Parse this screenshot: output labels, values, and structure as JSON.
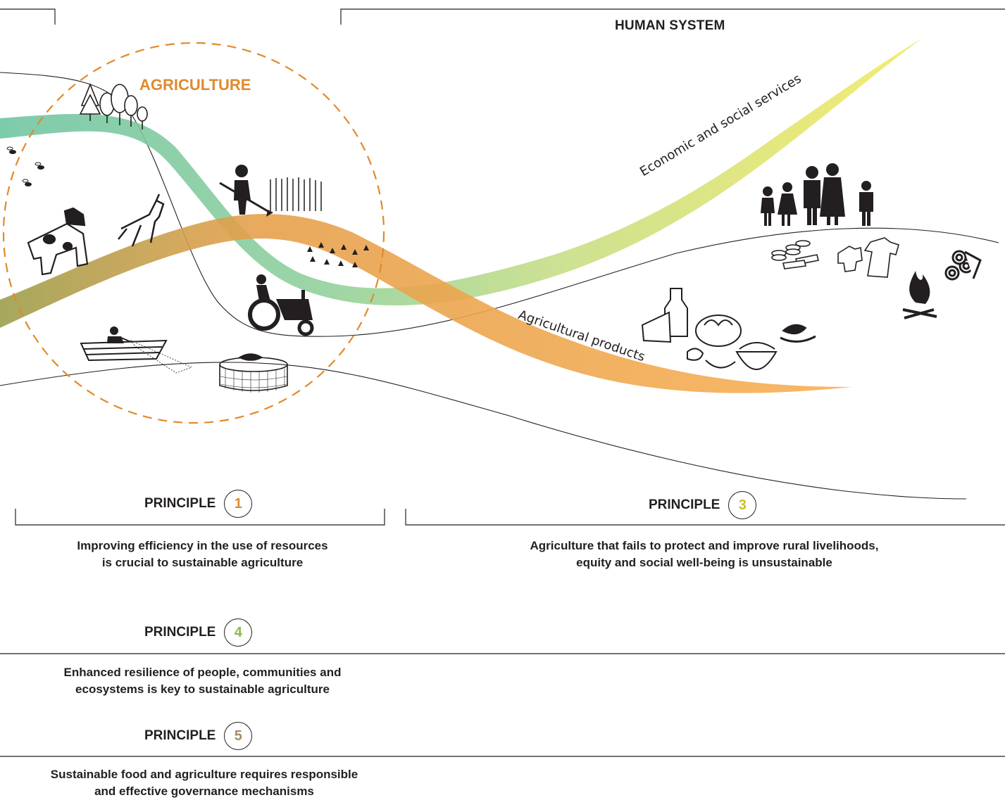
{
  "header": {
    "system_title": "HUMAN SYSTEM",
    "circle_title": "AGRICULTURE"
  },
  "flows": {
    "services_label": "Economic and social services",
    "products_label": "Agricultural products",
    "colors": {
      "teal": "#6cc4a1",
      "yellow": "#eee35f",
      "orange": "#f5a54a",
      "olive": "#9c9e4c",
      "dashed_circle": "#e08a2c"
    }
  },
  "principles": [
    {
      "label": "PRINCIPLE",
      "number": "1",
      "color": "#e08a2c",
      "text_line1": "Improving efficiency in the use of resources",
      "text_line2": "is crucial to sustainable agriculture"
    },
    {
      "label": "PRINCIPLE",
      "number": "3",
      "color": "#c9be2a",
      "text_line1": "Agriculture that fails to protect and improve rural livelihoods,",
      "text_line2": "equity and social well-being is unsustainable"
    },
    {
      "label": "PRINCIPLE",
      "number": "4",
      "color": "#8db84a",
      "text_line1": "Enhanced resilience of people, communities and",
      "text_line2": "ecosystems is key to sustainable agriculture"
    },
    {
      "label": "PRINCIPLE",
      "number": "5",
      "color": "#a88a66",
      "text_line1": "Sustainable food and agriculture requires responsible",
      "text_line2": "and effective governance mechanisms"
    }
  ],
  "icons": [
    "trees-icon",
    "bees-icon",
    "cow-icon",
    "goat-icon",
    "farmer-hoeing-icon",
    "seedlings-icon",
    "tractor-icon",
    "fishing-boat-icon",
    "fish-farm-icon",
    "family-icon",
    "coins-icon",
    "clothes-icon",
    "fire-icon",
    "logs-icon",
    "dairy-food-icon"
  ]
}
